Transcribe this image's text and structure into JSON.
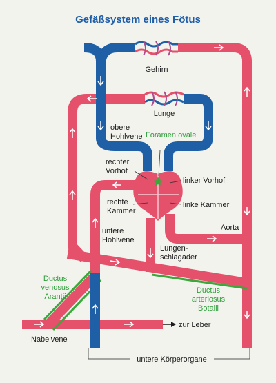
{
  "title": "Gefäßsystem eines Fötus",
  "colors": {
    "arterial": "#e5506b",
    "venous": "#1e5fa6",
    "mixed_green": "#3aa83a",
    "background": "#f3f3ee",
    "title": "#1f5ea8"
  },
  "labels": {
    "gehirn": "Gehirn",
    "lunge": "Lunge",
    "obere_hohlvene_1": "obere",
    "obere_hohlvene_2": "Hohlvene",
    "foramen_ovale": "Foramen ovale",
    "rechter_vorhof_1": "rechter",
    "rechter_vorhof_2": "Vorhof",
    "linker_vorhof": "linker Vorhof",
    "rechte_kammer_1": "rechte",
    "rechte_kammer_2": "Kammer",
    "linke_kammer": "linke Kammer",
    "untere_hohlvene_1": "untere",
    "untere_hohlvene_2": "Hohlvene",
    "aorta": "Aorta",
    "lungenschlagader_1": "Lungen-",
    "lungenschlagader_2": "schlagader",
    "ductus_venosus_1": "Ductus",
    "ductus_venosus_2": "venosus",
    "ductus_venosus_3": "Arantii",
    "ductus_arteriosus_1": "Ductus",
    "ductus_arteriosus_2": "arteriosus",
    "ductus_arteriosus_3": "Botalli",
    "zur_leber": "zur Leber",
    "nabelvene": "Nabelvene",
    "untere_koerperorgane": "untere Körperorgane"
  }
}
